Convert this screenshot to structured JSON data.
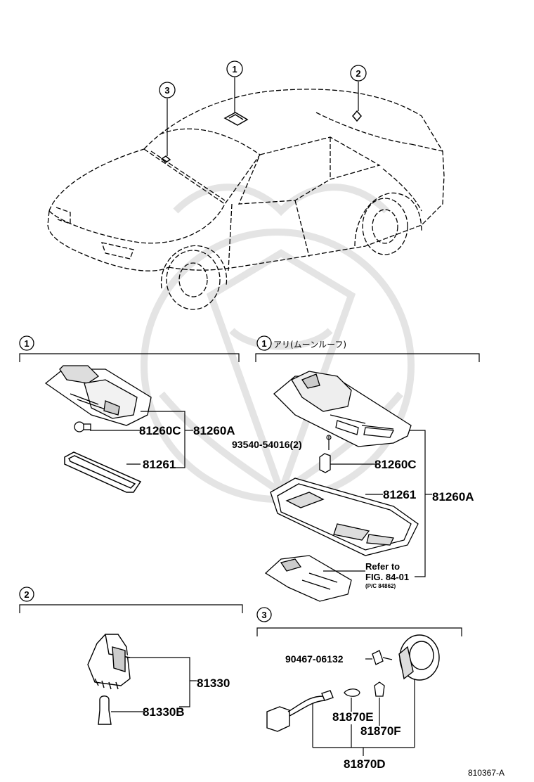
{
  "callouts": {
    "one": "1",
    "two": "2",
    "three": "3"
  },
  "section_1_left": {
    "parts": {
      "a": "81260A",
      "c": "81260C",
      "lens": "81261"
    }
  },
  "section_1_right": {
    "note": "アリ(ムーンルーフ)",
    "parts": {
      "screw": "93540-54016(2)",
      "c": "81260C",
      "lens": "81261",
      "a": "81260A"
    },
    "refer_line1": "Refer to",
    "refer_line2": "FIG. 84-01",
    "refer_line3": "(P/C 84862)"
  },
  "section_2": {
    "parts": {
      "lamp": "81330",
      "bulb": "81330B"
    }
  },
  "section_3": {
    "parts": {
      "screw": "90467-06132",
      "e": "81870E",
      "f": "81870F",
      "d": "81870D"
    }
  },
  "diagram_id": "810367-A",
  "colors": {
    "line": "#000000",
    "watermark": "#e6e6e6"
  }
}
